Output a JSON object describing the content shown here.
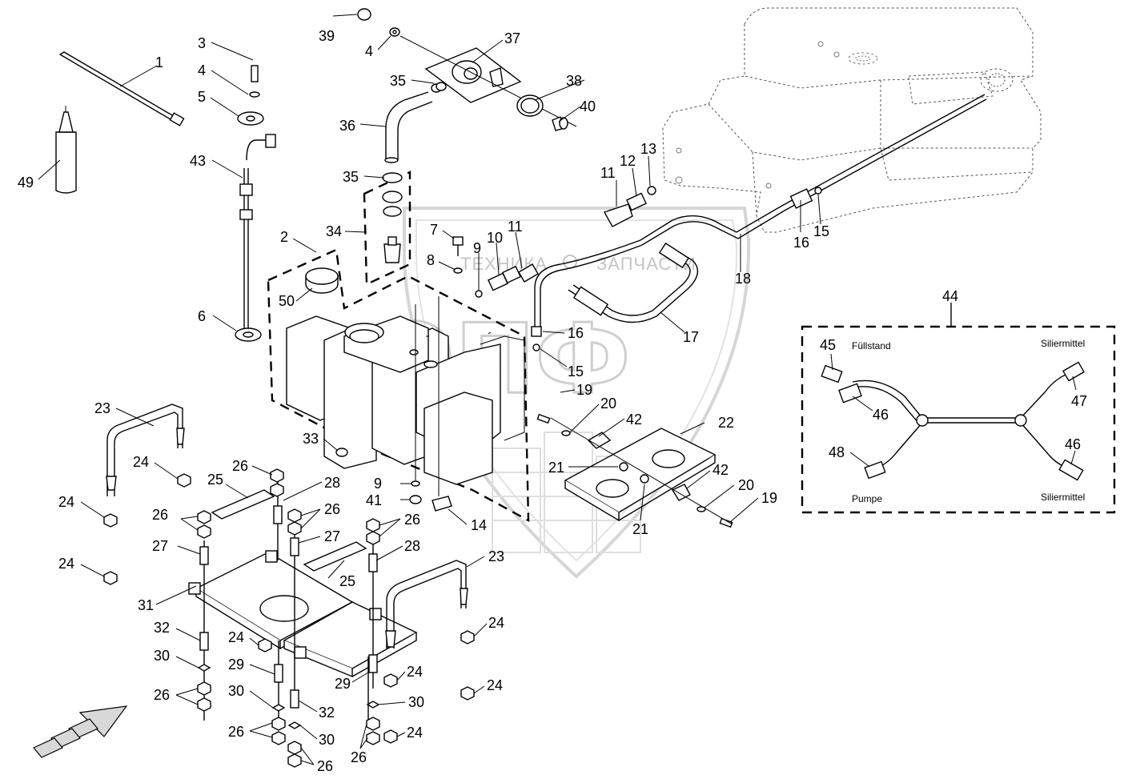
{
  "watermark": {
    "left": "ТЕХНИКА",
    "right": "ЗАПЧАСТИ",
    "big": "ЭПФ"
  },
  "callouts": [
    "1",
    "2",
    "3",
    "4",
    "5",
    "6",
    "7",
    "8",
    "9",
    "10",
    "11",
    "12",
    "13",
    "14",
    "15",
    "16",
    "17",
    "18",
    "19",
    "20",
    "21",
    "22",
    "23",
    "24",
    "25",
    "26",
    "27",
    "28",
    "29",
    "30",
    "31",
    "32",
    "33",
    "34",
    "35",
    "36",
    "37",
    "38",
    "39",
    "40",
    "41",
    "42",
    "43",
    "44",
    "45",
    "46",
    "47",
    "48",
    "49",
    "50"
  ],
  "inset": {
    "number": "44",
    "labels": {
      "top_left": "Füllstand",
      "top_right": "Siliermittel",
      "bottom_left": "Pumpe",
      "bottom_right": "Siliermittel"
    }
  }
}
